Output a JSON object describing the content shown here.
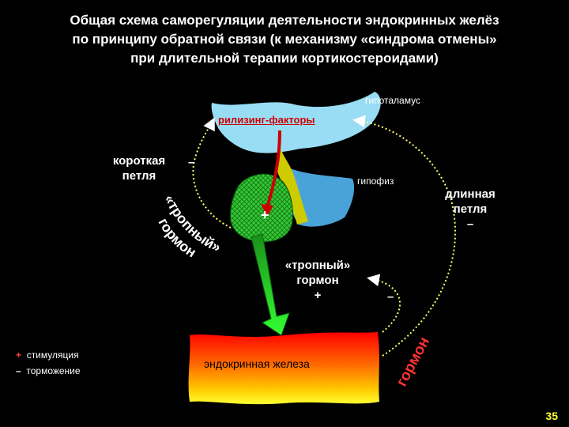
{
  "title": {
    "line1": "Общая схема саморегуляции деятельности эндокринных желёз",
    "line2": "по принципу обратной связи (к механизму «синдрома отмены»",
    "line3": "при длительной терапии кортикостероидами)"
  },
  "labels": {
    "hypothalamus": "гипоталамус",
    "releasing_factors": "рилизинг-факторы",
    "pituitary": "гипофиз",
    "short_loop_line1": "короткая",
    "short_loop_line2": "петля",
    "short_minus": "–",
    "long_loop_line1": "длинная",
    "long_loop_line2": "петля",
    "long_minus": "–",
    "arc_hormone_line1": "«тропный»",
    "arc_hormone_line2": "гормон",
    "plus_pituitary": "+",
    "tropic_line1": "«тропный»",
    "tropic_line2": "гормон",
    "tropic_plus": "+",
    "hormone_minus": "–",
    "gland": "эндокринная железа",
    "gland_hormone": "гормон"
  },
  "legend": {
    "stim_sign": "+",
    "stim_text": "стимуляция",
    "inhib_sign": "–",
    "inhib_text": "торможение"
  },
  "page_number": "35",
  "colors": {
    "background": "#000000",
    "hypothalamus": "#99ddf5",
    "pituitary": "#4aa3d8",
    "anterior_lobe": "#33cc33",
    "stalk": "#cccc00",
    "releasing_arrow": "#cc0000",
    "tropic_arrow": "#22bb22",
    "feedback_loop": "#ffff66",
    "page_number": "#ffff33"
  }
}
